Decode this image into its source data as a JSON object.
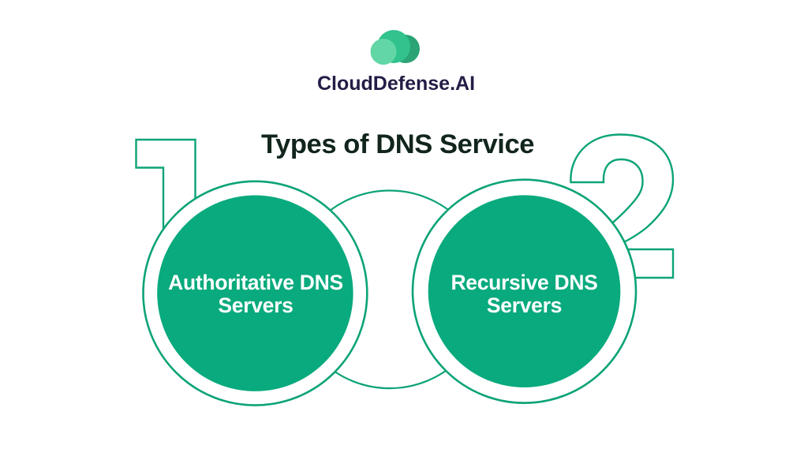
{
  "page": {
    "background": "#ffffff"
  },
  "colors": {
    "fill_green": "#09aa7d",
    "stroke_green": "#0ca377",
    "title_color": "#12251c",
    "logo_text_color": "#241d46",
    "label_color": "#ffffff",
    "cloud_dark": "#2aa474",
    "cloud_mid": "#31c28d",
    "cloud_light": "#62d7a5",
    "page_bg": "#ffffff"
  },
  "logo": {
    "brand": "CloudDefense.AI",
    "icon": "cloud-circles"
  },
  "title": {
    "text": "Types of DNS Service"
  },
  "diagram": {
    "items": [
      {
        "number": "1",
        "label": "Authoritative DNS\nServers"
      },
      {
        "number": "2",
        "label": "Recursive DNS\nServers"
      }
    ]
  }
}
